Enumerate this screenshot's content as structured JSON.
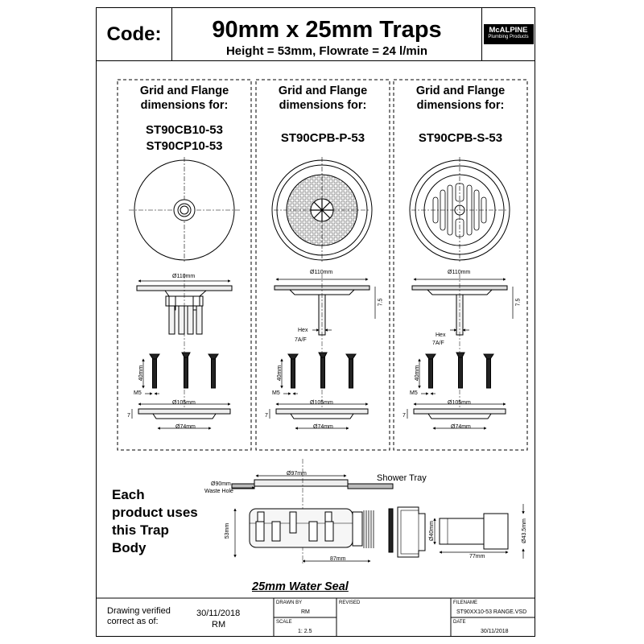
{
  "header": {
    "code_label": "Code:",
    "title": "90mm x 25mm Traps",
    "subtitle": "Height = 53mm, Flowrate = 24 l/min",
    "logo_name": "McALPINE",
    "logo_sub": "Plumbing Products"
  },
  "panels": [
    {
      "heading_1": "Grid and Flange",
      "heading_2": "dimensions for:",
      "codes": [
        "ST90CB10-53",
        "ST90CP10-53"
      ]
    },
    {
      "heading_1": "Grid and Flange",
      "heading_2": "dimensions for:",
      "codes": [
        "ST90CPB-P-53"
      ]
    },
    {
      "heading_1": "Grid and Flange",
      "heading_2": "dimensions for:",
      "codes": [
        "ST90CPB-S-53"
      ]
    }
  ],
  "dims": {
    "d110": "Ø110mm",
    "d105": "Ø105mm",
    "d74": "Ø74mm",
    "len40": "40mm",
    "m5": "M5",
    "seven": "7",
    "seven_five": "7.5",
    "hex": "Hex",
    "hex_af": "7A/F"
  },
  "trap": {
    "d90": "Ø90mm",
    "waste_hole": "Waste Hole",
    "d97": "Ø97mm",
    "shower_tray": "Shower Tray",
    "h53": "53mm",
    "l87": "87mm",
    "d40": "Ø40mm",
    "d435": "Ø43.5mm",
    "l77": "77mm"
  },
  "note": [
    "Each",
    "product uses",
    "this Trap",
    "Body"
  ],
  "water_seal": "25mm Water Seal",
  "title_block": {
    "verified_label_1": "Drawing verified",
    "verified_label_2": "correct as of:",
    "verified_date": "30/11/2018",
    "verified_by": "RM",
    "drawn_by_label": "DRAWN BY",
    "drawn_by": "RM",
    "revised_label": "REVISED",
    "filename_label": "FILENAME",
    "filename": "ST90XX10-53 RANGE.VSD",
    "scale_label": "SCALE",
    "scale": "1: 2.5",
    "date_label": "DATE",
    "date": "30/11/2018"
  }
}
